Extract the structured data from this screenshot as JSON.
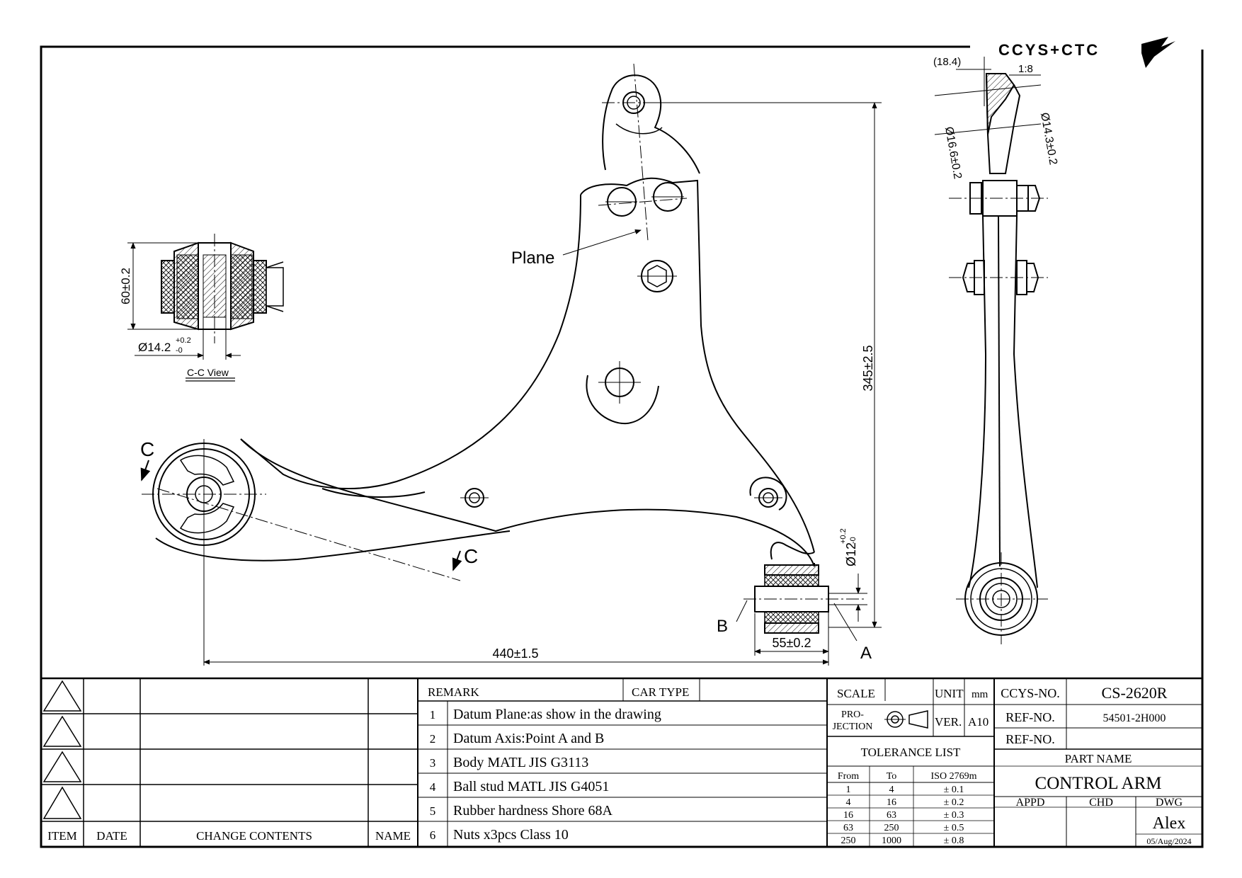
{
  "logo": {
    "text": "CCYS+CTC"
  },
  "drawing": {
    "callouts": {
      "plane": "Plane",
      "section_c": "C",
      "point_a": "A",
      "point_b": "B"
    },
    "dimensions": {
      "height": "345±2.5",
      "length": "440±1.5",
      "bushing_width": "55±0.2",
      "bore_small": "Ø12",
      "bore_small_tol_upper": "+0.2",
      "bore_small_tol_lower": "-0",
      "cc_height": "60±0.2",
      "cc_bore": "Ø14.2",
      "cc_bore_tol_upper": "+0.2",
      "cc_bore_tol_lower": "-0",
      "stud_ref": "(18.4)",
      "taper": "1:8",
      "stud_dia_large": "Ø16.6±0.2",
      "stud_dia_small": "Ø14.3±0.2"
    },
    "cc_view_label": "C-C View"
  },
  "title_block": {
    "revision_headers": {
      "item": "ITEM",
      "date": "DATE",
      "change": "CHANGE CONTENTS",
      "name": "NAME"
    },
    "remark_header": "REMARK",
    "car_type_label": "CAR TYPE",
    "remarks": [
      {
        "no": "1",
        "text": "Datum Plane:as show in the drawing"
      },
      {
        "no": "2",
        "text": "Datum Axis:Point A and B"
      },
      {
        "no": "3",
        "text": "Body MATL JIS G3113"
      },
      {
        "no": "4",
        "text": "Ball stud MATL JIS G4051"
      },
      {
        "no": "5",
        "text": "Rubber hardness Shore 68A"
      },
      {
        "no": "6",
        "text": "Nuts x3pcs Class 10"
      }
    ],
    "scale_label": "SCALE",
    "unit_label": "UNIT",
    "unit_value": "mm",
    "projection_label_1": "PRO-",
    "projection_label_2": "JECTION",
    "ver_label": "VER.",
    "ver_value": "A10",
    "tolerance_title": "TOLERANCE LIST",
    "tolerance_headers": {
      "from": "From",
      "to": "To",
      "iso": "ISO 2769m"
    },
    "tolerances": [
      {
        "from": "1",
        "to": "4",
        "tol": "± 0.1"
      },
      {
        "from": "4",
        "to": "16",
        "tol": "± 0.2"
      },
      {
        "from": "16",
        "to": "63",
        "tol": "± 0.3"
      },
      {
        "from": "63",
        "to": "250",
        "tol": "± 0.5"
      },
      {
        "from": "250",
        "to": "1000",
        "tol": "± 0.8"
      }
    ],
    "ccys_no_label": "CCYS-NO.",
    "ccys_no": "CS-2620R",
    "ref_no_label": "REF-NO.",
    "ref_no": "54501-2H000",
    "ref_no_label_2": "REF-NO.",
    "part_name_label": "PART NAME",
    "part_name": "CONTROL ARM",
    "appd_label": "APPD",
    "chd_label": "CHD",
    "dwg_label": "DWG",
    "drawn_by": "Alex",
    "date": "05/Aug/2024"
  }
}
